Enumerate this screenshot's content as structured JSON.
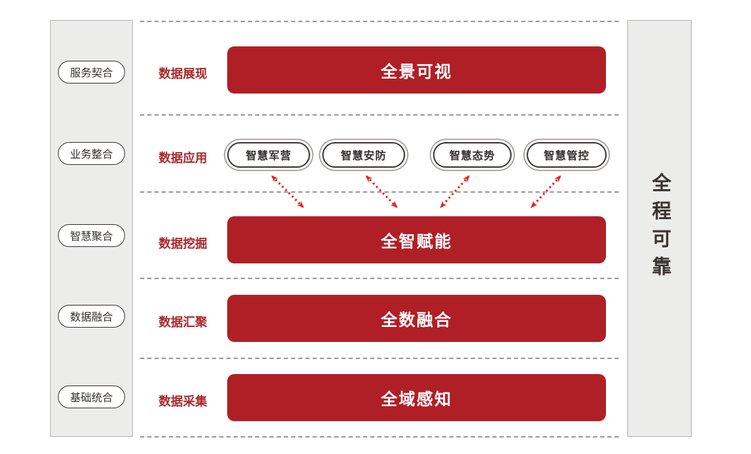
{
  "diagram": {
    "title_hint": "data platform layer diagram",
    "left_rail": {
      "items": [
        "服务契合",
        "业务整合",
        "智慧聚合",
        "数据融合",
        "基础统合"
      ]
    },
    "right_rail": {
      "label": "全程可靠"
    },
    "rows": [
      {
        "label": "数据展现",
        "bar": "全景可视"
      },
      {
        "label": "数据应用",
        "pills": [
          "智慧军营",
          "智慧安防",
          "智慧态势",
          "智慧管控"
        ]
      },
      {
        "label": "数据挖掘",
        "bar": "全智赋能"
      },
      {
        "label": "数据汇聚",
        "bar": "全数融合"
      },
      {
        "label": "数据采集",
        "bar": "全域感知"
      }
    ],
    "colors": {
      "bar_red": "#b01f26",
      "label_red": "#a8292c",
      "arrow_red": "#e1251b",
      "rail_bg": "#ececeb",
      "rail_border": "#b7b5b2",
      "separator_gray": "#9c9c9c"
    }
  }
}
